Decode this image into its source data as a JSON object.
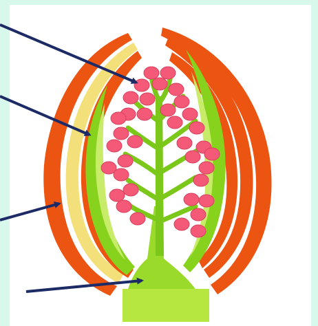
{
  "diagram": {
    "subject": "Bud",
    "colors": {
      "background": "#ffffff",
      "border_strip": "#d8f8ec",
      "outer_scale": "#ec5412",
      "inner_scale": "#f4e07a",
      "inner_leaf": "#86d21c",
      "leaf_light": "#c8ec6a",
      "stem": "#9ada2a",
      "flower_bud": "#f45a78",
      "flower_highlight": "#ff9fb0",
      "arrow": "#1c2a66"
    },
    "arrows": [
      {
        "name": "arrow-to-flower-buds"
      },
      {
        "name": "arrow-to-inner-leaf"
      },
      {
        "name": "arrow-to-bud-scales"
      },
      {
        "name": "arrow-to-stem-base"
      }
    ]
  }
}
